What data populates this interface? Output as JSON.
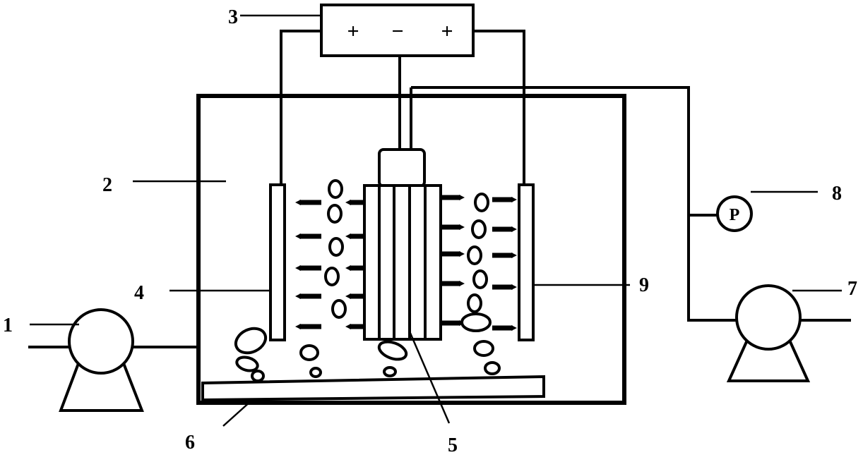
{
  "labels": {
    "pump_inlet": "1",
    "reactor_tank": "2",
    "power_supply": "3",
    "left_electrode": "4",
    "membrane_module": "5",
    "aerator_plate": "6",
    "suction_pump": "7",
    "pressure_gauge": "8",
    "right_electrode": "9"
  },
  "power_supply": {
    "left_terminal": "+",
    "center_terminal": "−",
    "right_terminal": "+"
  },
  "gauge_symbol": "P"
}
